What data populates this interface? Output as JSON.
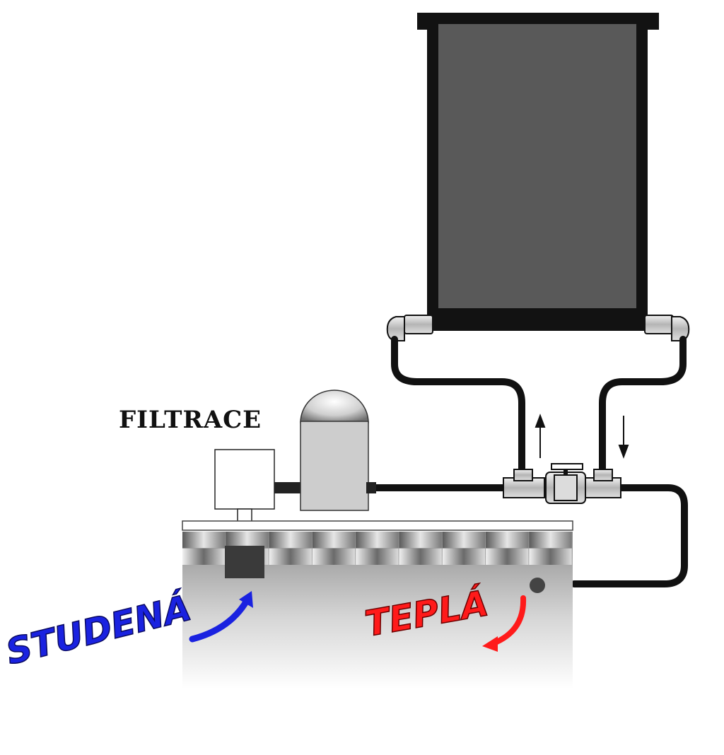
{
  "labels": {
    "filtration": "FILTRACE",
    "cold_water": "STUDENÁ",
    "warm_water": "TEPLÁ"
  },
  "colors": {
    "collector": "#595959",
    "pipe": "#111111",
    "cold": "#1a22e0",
    "warm": "#ff1a1a",
    "pool_tile": "#a8a8a8"
  },
  "icons": {
    "flow_up": "arrow-up-icon",
    "flow_down": "arrow-down-icon",
    "valve": "ball-valve-icon"
  }
}
